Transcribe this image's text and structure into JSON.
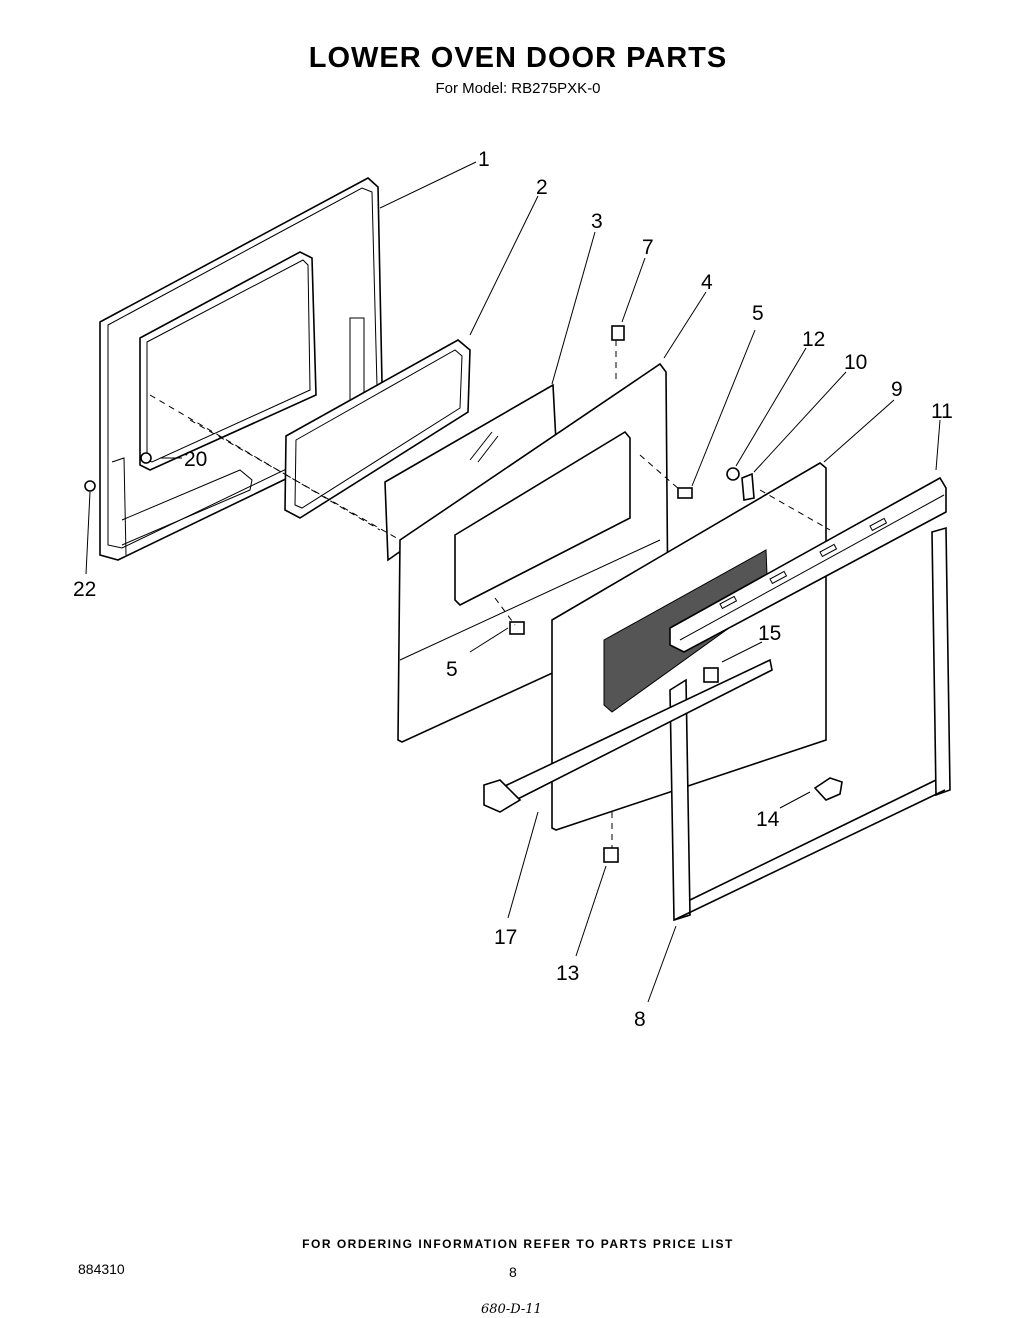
{
  "header": {
    "title": "LOWER OVEN DOOR PARTS",
    "subtitle": "For Model: RB275PXK-0"
  },
  "callouts": {
    "c1": "1",
    "c2": "2",
    "c3": "3",
    "c4": "4",
    "c5a": "5",
    "c5b": "5",
    "c7": "7",
    "c8": "8",
    "c9": "9",
    "c10": "10",
    "c11": "11",
    "c12": "12",
    "c13": "13",
    "c14": "14",
    "c15": "15",
    "c17": "17",
    "c20": "20",
    "c22": "22"
  },
  "footer": {
    "ordering_note": "FOR ORDERING INFORMATION REFER TO PARTS PRICE LIST",
    "doc_number": "884310",
    "page_number": "8",
    "handwritten_note": "680-D-11"
  }
}
